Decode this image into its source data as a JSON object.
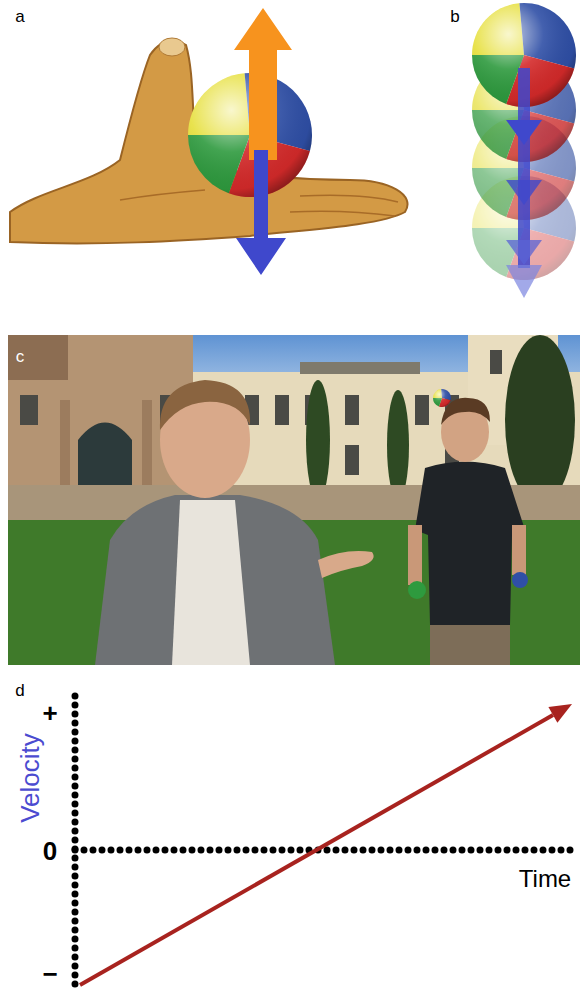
{
  "diagram": {
    "labels": [
      "a",
      "b",
      "c",
      "d",
      "+",
      "0",
      "−",
      "Velocity",
      "Time"
    ]
  }
}
